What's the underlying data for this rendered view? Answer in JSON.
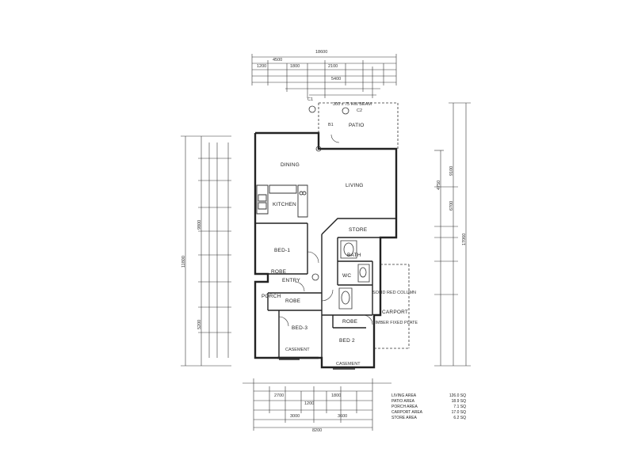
{
  "rooms": {
    "patio": "PATIO",
    "dining": "DINING",
    "kitchen": "KITCHEN",
    "living": "LIVING",
    "store": "STORE",
    "bed1": "BED-1",
    "robe1": "ROBE",
    "entry": "ENTRY",
    "porch": "PORCH",
    "robe3": "ROBE",
    "bed3": "BED-3",
    "bath": "BATH",
    "wc": "WC",
    "robe2": "ROBE",
    "carport": "CARPORT",
    "bed2": "BED 2",
    "casement_left": "CASEMENT",
    "casement_right": "CASEMENT"
  },
  "notes": {
    "column_note": "SOLID RED COLUMN",
    "plate_note": "TIMBER FIXED PLATE",
    "beam_note": "300 x 75 HW BEAM",
    "grid_c1": "C1",
    "grid_c2": "C2",
    "grid_b1": "B1"
  },
  "dims": {
    "top_overall": "18600",
    "top_a": "4500",
    "top_b": "2100",
    "top_c": "5400",
    "top_d": "1200",
    "top_e": "1800",
    "left_overall": "11800",
    "left_a": "9800",
    "left_b": "5200",
    "right_overall": "17060",
    "right_a": "9100",
    "right_b": "4750",
    "right_c": "6700",
    "bottom_overall": "8200",
    "bottom_a": "3000",
    "bottom_b": "3600",
    "bottom_c": "2700",
    "bottom_d": "1200",
    "bottom_e": "1800"
  },
  "area_schedule": [
    {
      "name": "LIVING AREA",
      "value": "126.0 SQ"
    },
    {
      "name": "PATIO AREA",
      "value": "18.9 SQ"
    },
    {
      "name": "PORCH AREA",
      "value": "7.1 SQ"
    },
    {
      "name": "CARPORT AREA",
      "value": "17.0 SQ"
    },
    {
      "name": "STORE AREA",
      "value": "6.2 SQ"
    }
  ]
}
